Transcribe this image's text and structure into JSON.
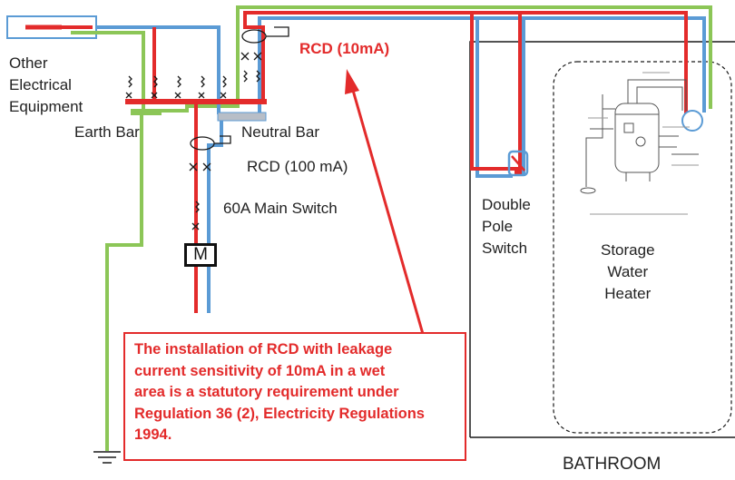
{
  "labels": {
    "other_equipment": [
      "Other",
      "Electrical",
      "Equipment"
    ],
    "earth_bar": "Earth Bar",
    "neutral_bar": "Neutral Bar",
    "rcd_main": "RCD (100 mA)",
    "main_switch": "60A Main Switch",
    "motor": "M",
    "rcd_wet": "RCD (10mA)",
    "double_pole_switch": [
      "Double",
      "Pole",
      "Switch"
    ],
    "storage_heater": [
      "Storage",
      "Water",
      "Heater"
    ],
    "bathroom": "BATHROOM"
  },
  "note": {
    "lines": [
      "The installation of RCD with leakage",
      "current sensitivity of 10mA in a wet",
      "area is a statutory requirement under",
      "Regulation 36 (2), Electricity Regulations",
      "1994."
    ]
  },
  "colors": {
    "live": "#e32b2b",
    "neutral": "#5b9bd5",
    "earth": "#8cc657",
    "outline": "#1a1a1a",
    "neutral_bar_fill": "#b8bec7"
  }
}
